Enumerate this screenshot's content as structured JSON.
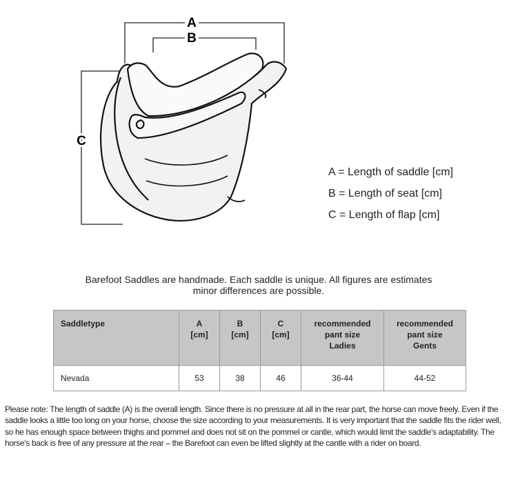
{
  "diagram": {
    "label_a": "A",
    "label_b": "B",
    "label_c": "C"
  },
  "legend": [
    "A = Length of saddle [cm]",
    "B = Length of seat [cm]",
    "C = Length of flap [cm]"
  ],
  "caption": {
    "line1": "Barefoot Saddles are handmade. Each saddle is unique. All figures are estimates",
    "line2": "minor differences are possible."
  },
  "table": {
    "headers": [
      {
        "lines": [
          "Saddletype"
        ]
      },
      {
        "lines": [
          "A",
          "[cm]"
        ]
      },
      {
        "lines": [
          "B",
          "[cm]"
        ]
      },
      {
        "lines": [
          "C",
          "[cm]"
        ]
      },
      {
        "lines": [
          "recommended",
          "pant size",
          "Ladies"
        ]
      },
      {
        "lines": [
          "recommended",
          "pant size",
          "Gents"
        ]
      }
    ],
    "rows": [
      [
        "Nevada",
        "53",
        "38",
        "46",
        "36-44",
        "44-52"
      ]
    ]
  },
  "note": "Please note: The length of saddle (A) is the overall length. Since there is no pressure at all in the rear part, the horse can move freely. Even if the saddle looks a little too long on your horse, choose the size according to your measurements. It is very important that the saddle fits the rider well, so he has enough space between thighs and pommel and does not sit on the pommel or cantle, which would limit the saddle's adaptability. The horse's back is free of any pressure at the rear – the Barefoot can even be lifted slightly at the cantle with a rider on board."
}
